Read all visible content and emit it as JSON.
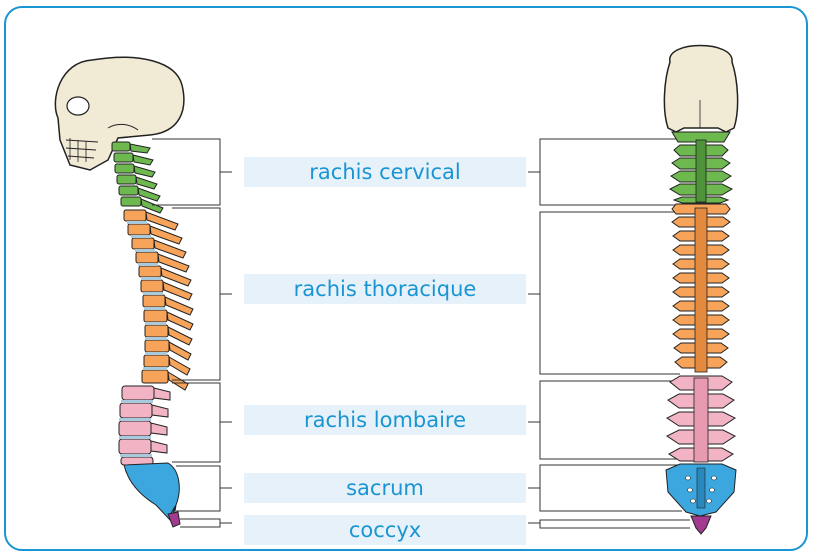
{
  "regions": [
    {
      "key": "cervical",
      "label": "rachis cervical",
      "color": "#6db84f"
    },
    {
      "key": "thoracic",
      "label": "rachis thoracique",
      "color": "#f7a45a"
    },
    {
      "key": "lumbar",
      "label": "rachis lombaire",
      "color": "#f2b4c5"
    },
    {
      "key": "sacrum",
      "label": "sacrum",
      "color": "#3ca6de"
    },
    {
      "key": "coccyx",
      "label": "coccyx",
      "color": "#a23b8f"
    }
  ],
  "colors": {
    "frame": "#1a95d3",
    "label_text": "#1a95d3",
    "label_bg": "#e6f1f9",
    "bone": "#f1ead4",
    "disc": "#a9c9dd",
    "outline": "#222222"
  },
  "icons": {
    "lateral": "spine-lateral-view-icon",
    "posterior": "spine-posterior-view-icon"
  }
}
